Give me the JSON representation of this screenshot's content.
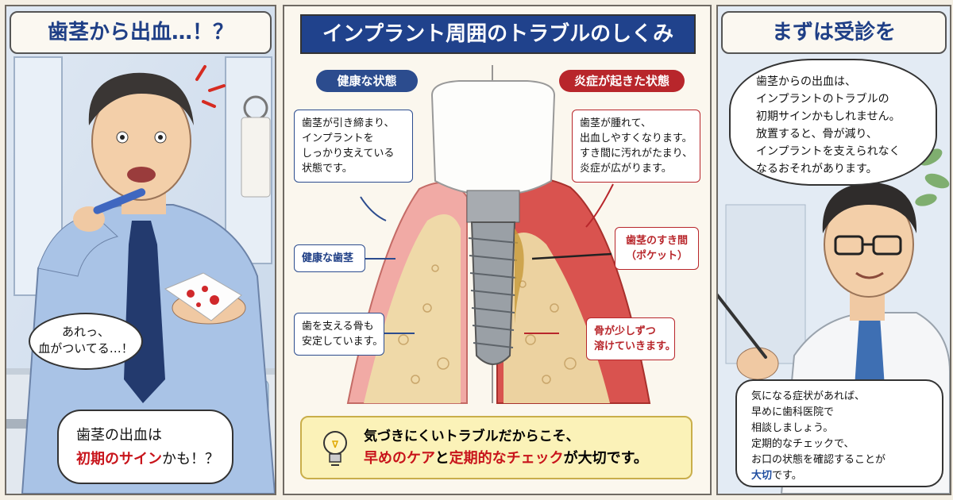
{
  "panel1": {
    "title": "歯茎から出血…！？",
    "speech": {
      "line1": "あれっ、",
      "line2": "血がついてる…！"
    },
    "thought": {
      "line1": "歯茎の出血は",
      "line2_red": "初期のサイン",
      "line2_rest": "かも！？"
    }
  },
  "panel2": {
    "title": "インプラント周囲のトラブルのしくみ",
    "healthy": {
      "label": "健康な状態",
      "desc": [
        "歯茎が引き締まり、",
        "インプラントを",
        "しっかり支えている",
        "状態です。"
      ],
      "gum_label": "健康な歯茎",
      "bone": [
        "歯を支える骨も",
        "安定しています。"
      ]
    },
    "inflamed": {
      "label": "炎症が起きた状態",
      "desc": [
        "歯茎が腫れて、",
        "出血しやすくなります。",
        "すき間に汚れがたまり、",
        "炎症が広がります。"
      ],
      "pocket": [
        "歯茎のすき間",
        "（ポケット）"
      ],
      "bone": [
        "骨が少しずつ",
        "溶けていきます。"
      ]
    },
    "note": {
      "line1": "気づきにくいトラブルだからこそ、",
      "line2_a": "早めのケア",
      "line2_b": "と",
      "line2_c": "定期的なチェック",
      "line2_d": "が大切です。"
    },
    "colors": {
      "title_bg": "#20428c",
      "healthy": "#2c4c8e",
      "inflamed": "#b8262b",
      "note_bg": "#fbf2b8"
    }
  },
  "panel3": {
    "title": "まずは受診を",
    "top_bubble": [
      "歯茎からの出血は、",
      "インプラントのトラブルの",
      "初期サインかもしれません。",
      "放置すると、骨が減り、",
      "インプラントを支えられなく",
      "なるおそれがあります。"
    ],
    "bottom_bubble": {
      "lines": [
        "気になる症状があれば、",
        "早めに歯科医院で",
        "相談しましょう。",
        "定期的なチェックで、",
        "お口の状態を確認することが"
      ],
      "last_blue": "大切",
      "last_rest": "です。"
    }
  }
}
